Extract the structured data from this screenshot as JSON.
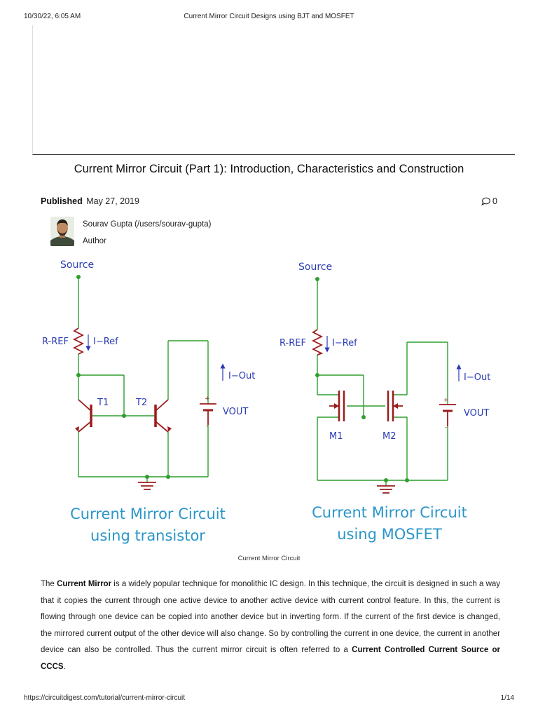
{
  "print_header": {
    "datetime": "10/30/22, 6:05 AM",
    "title": "Current Mirror Circuit Designs using BJT and MOSFET"
  },
  "article": {
    "title": "Current Mirror Circuit (Part 1): Introduction, Characteristics and Construction",
    "published_label": "Published",
    "published_date": "May 27, 2019",
    "comment_icon": "comment-icon",
    "comment_count": "0",
    "author_name": "Sourav Gupta (/users/sourav-gupta)",
    "author_role": "Author"
  },
  "diagram": {
    "left": {
      "source": "Source",
      "resistor": "R-REF",
      "iref": "I−Ref",
      "iout": "I−Out",
      "t1": "T1",
      "t2": "T2",
      "plus": "+",
      "minus": "-",
      "vout": "VOUT",
      "caption_line1": "Current Mirror Circuit",
      "caption_line2": "using transistor"
    },
    "right": {
      "source": "Source",
      "resistor": "R-REF",
      "iref": "I−Ref",
      "iout": "I−Out",
      "m1": "M1",
      "m2": "M2",
      "plus": "+",
      "minus": "-",
      "vout": "VOUT",
      "caption_line1": "Current Mirror Circuit",
      "caption_line2": "using MOSFET"
    },
    "colors": {
      "wire": "#2e9e2e",
      "component": "#9b1c1c",
      "label": "#2a3bb5",
      "title": "#2a96c8"
    }
  },
  "figure_caption": "Current Mirror Circuit",
  "body": {
    "p1_a": "The ",
    "p1_b": "Current Mirror",
    "p1_c": " is a widely popular technique for monolithic IC design. In this technique, the circuit is designed in such a way that it copies the current through one active device to another active device with current control feature. In this, the current is flowing through one device can be copied into another device but in inverting form. If the current of the first device is changed, the mirrored current output of the other device will also change. So by controlling the current in one device, the current in another device can also be controlled. Thus the current mirror circuit is often referred to a ",
    "p1_d": "Current Controlled Current Source or CCCS",
    "p1_e": "."
  },
  "print_footer": {
    "url": "https://circuitdigest.com/tutorial/current-mirror-circuit",
    "page": "1/14"
  }
}
